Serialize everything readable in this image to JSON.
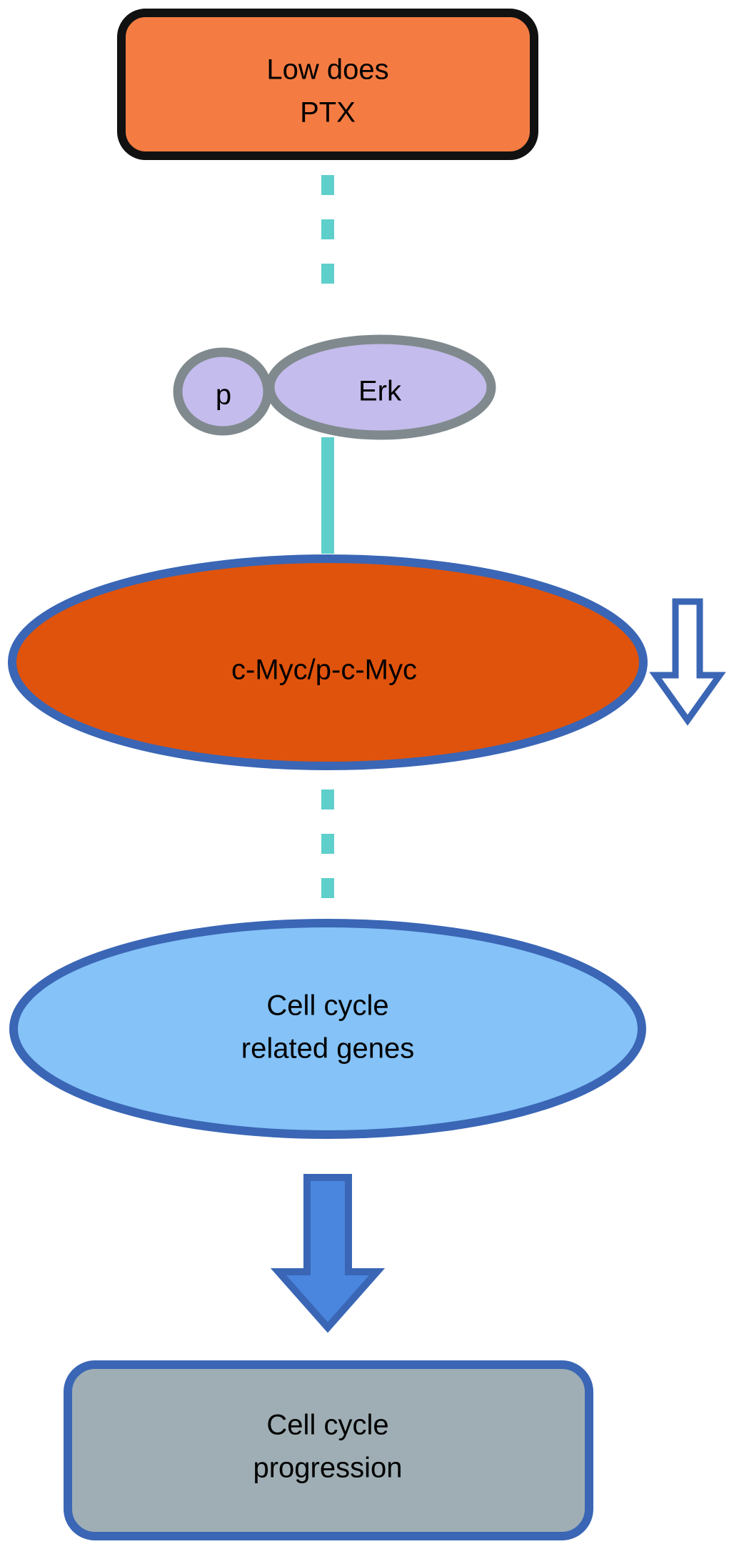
{
  "nodes": {
    "low_dose_ptx": {
      "line1": "Low does",
      "line2": "PTX",
      "fill": "#F47C43",
      "border": "#111111"
    },
    "p_erk": {
      "p_label": "p",
      "erk_label": "Erk",
      "fill": "#C4BCEC",
      "border": "#808A8E"
    },
    "c_myc": {
      "label": "c-Myc/p-c-Myc",
      "fill": "#E0530C",
      "border": "#3A66B5"
    },
    "cell_cycle_genes": {
      "line1": "Cell cycle",
      "line2": "related genes",
      "fill": "#84C2F7",
      "border": "#3A66B5"
    },
    "cell_cycle_progression": {
      "line1": "Cell cycle",
      "line2": "progression",
      "fill": "#9EAEB4",
      "border": "#3A66B5"
    }
  },
  "connectors": {
    "line_color": "#5FCFCB",
    "arrow_fill": "#4A86DE",
    "arrow_border": "#3A66B5"
  }
}
